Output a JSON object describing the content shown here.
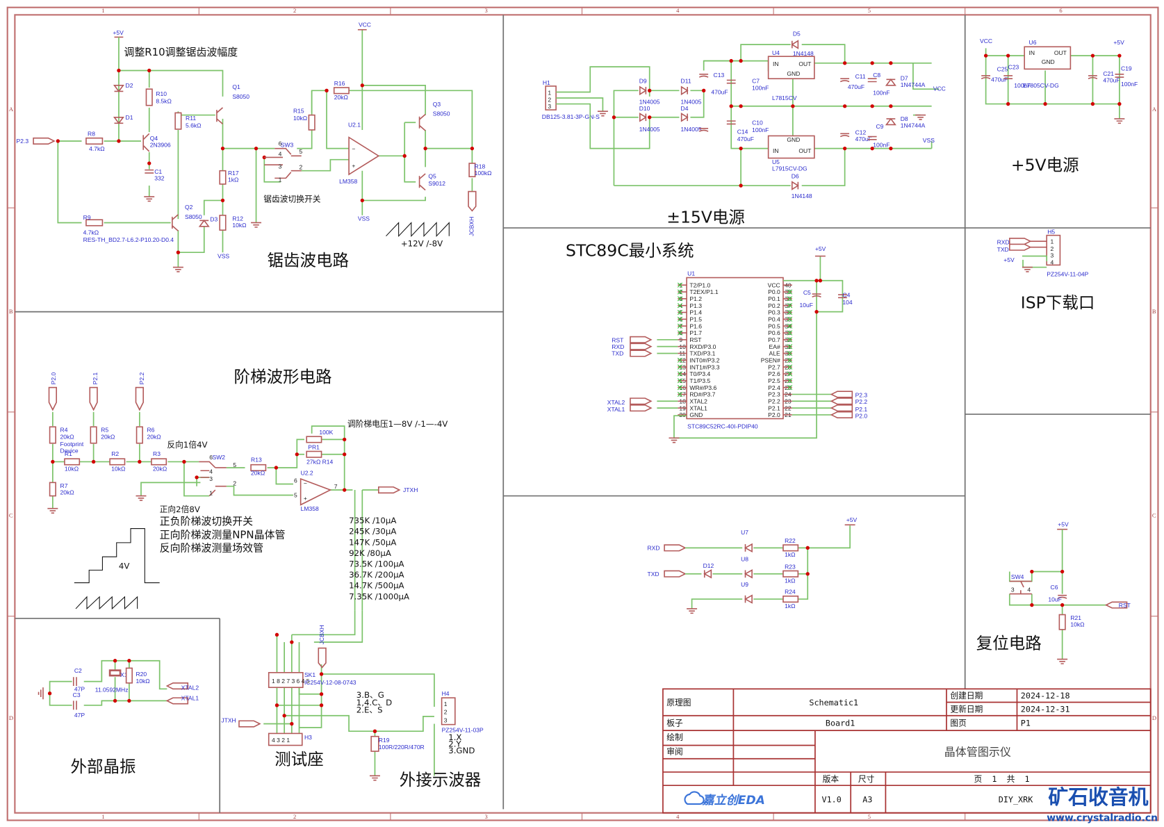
{
  "sheet": {
    "zone_cols": [
      "1",
      "2",
      "3",
      "4",
      "5",
      "6"
    ],
    "zone_rows": [
      "A",
      "B",
      "C",
      "D"
    ]
  },
  "sections": {
    "sawtooth": "锯齿波电路",
    "psu15": "±15V电源",
    "psu5": "+5V电源",
    "mcu": "STC89C最小系统",
    "isp": "ISP下载口",
    "staircase": "阶梯波形电路",
    "crystal": "外部晶振",
    "socket": "测试座",
    "scope": "外接示波器",
    "reset": "复位电路"
  },
  "notes": {
    "r10_adjust": "调整R10调整锯齿波幅度",
    "sawtooth_switch": "锯齿波切换开关",
    "sawtooth_range": "+12V /-8V",
    "invert_1x": "反向1倍4V",
    "stair_adjust": "调阶梯电压1—8V /-1—-4V",
    "forward_2x": "正向2倍8V",
    "stair_lines": [
      "正负阶梯波切换开关",
      "正向阶梯波测量NPN晶体管",
      "反向阶梯波测量场效管"
    ],
    "stair_step": "4V",
    "base_currents": [
      "735K /10µA",
      "245K /30µA",
      "147K /50µA",
      "92K /80µA",
      "73.5K /100µA",
      "36.7K /200µA",
      "14.7K /500µA",
      "7.35K /1000µA"
    ],
    "pin_map": [
      "3.B、G",
      "1,4.C、D",
      "2.E、S"
    ],
    "scope_pins": [
      "1.X",
      "2.Y",
      "3.GND"
    ]
  },
  "labels": {
    "p5v": "+5V",
    "vcc": "VCC",
    "vss": "VSS",
    "p23": "P2.3",
    "r8": "R8",
    "r8v": "4.7kΩ",
    "r9": "R9",
    "r9v": "4.7kΩ",
    "r9fp": "RES-TH_BD2.7-L6.2-P10.20-D0.4",
    "d1": "D1",
    "d2": "D2",
    "d3": "D3",
    "r10": "R10",
    "r10v": "8.5kΩ",
    "r11": "R11",
    "r11v": "5.6kΩ",
    "q1": "Q1",
    "q1v": "S8050",
    "q2": "Q2",
    "q2v": "S8050",
    "q4": "Q4",
    "q4v": "2N3906",
    "c1": "C1",
    "c1v": "332",
    "r17": "R17",
    "r17v": "1kΩ",
    "r12": "R12",
    "r12v": "10kΩ",
    "sw3": "SW3",
    "r15": "R15",
    "r15v": "10kΩ",
    "r16": "R16",
    "r16v": "20kΩ",
    "u21": "U2.1",
    "lm358": "LM358",
    "q3": "Q3",
    "q3v": "S8050",
    "q5": "Q5",
    "q5v": "S9012",
    "r18": "R18",
    "r18v": "100kΩ",
    "jcbxh": "JCBXH",
    "h1": "H1",
    "h1v": "DB125-3.81-3P-GN-S",
    "d9": "D9",
    "d10": "D10",
    "d11": "D11",
    "d4": "D4",
    "n4005": "1N4005",
    "d5": "D5",
    "d6": "D6",
    "n4148": "1N4148",
    "u4": "U4",
    "u4v": "L7815CV",
    "u5": "U5",
    "u5v": "L7915CV-DG",
    "c13": "C13",
    "c14": "C14",
    "c7": "C7",
    "c10": "C10",
    "c11": "C11",
    "c12": "C12",
    "c8": "C8",
    "c9": "C9",
    "v470": "470uF",
    "v100n": "100nF",
    "d7": "D7",
    "d8": "D8",
    "n4744": "1N4744A",
    "in": "IN",
    "out": "OUT",
    "gnd": "GND",
    "u6": "U6",
    "u6v": "E7805CV-DG",
    "c25": "C25",
    "c23": "C23",
    "c21": "C21",
    "c19": "C19",
    "v100ne": "100nF",
    "h5": "H5",
    "h5v": "PZ254V-11-04P",
    "rxd": "RXD",
    "txd": "TXD",
    "rst": "RST",
    "u1": "U1",
    "u1v": "STC89C52RC-40I-PDIP40",
    "c5": "C5",
    "c5v": "10uF",
    "c4": "C4",
    "c4v": "104",
    "xtal1": "XTAL1",
    "xtal2": "XTAL2",
    "p20": "P2.0",
    "p21": "P2.1",
    "p22": "P2.2",
    "r4": "R4",
    "r5": "R5",
    "r6": "R6",
    "r7": "R7",
    "v20k": "20kΩ",
    "v10k": "10kΩ",
    "r1": "R1",
    "r2": "R2",
    "r3": "R3",
    "footprint": "Footprint",
    "device": "Device",
    "sw2": "SW2",
    "r13": "R13",
    "pr1": "PR1",
    "pr1v": "100K",
    "r14": "R14",
    "r14v": "27kΩ",
    "u22": "U2.2",
    "jtxh": "JTXH",
    "c2": "C2",
    "c3": "C3",
    "v47p": "47P",
    "x1": "X1",
    "x1v": "11.0592MHz",
    "r20": "R20",
    "r20v": "10kΩ",
    "sk1": "SK1",
    "sk1v": "IC254V-12-08-0743",
    "h3": "H3",
    "h4": "H4",
    "h4v": "PZ254V-11-03P",
    "r19": "R19",
    "r19v": "100R/220R/470R",
    "u7": "U7",
    "u8": "U8",
    "u9": "U9",
    "d12": "D12",
    "r22": "R22",
    "r23": "R23",
    "r24": "R24",
    "v1k": "1kΩ",
    "sw4": "SW4",
    "c6": "C6",
    "c6v": "10uF",
    "r21": "R21",
    "r21v": "10kΩ"
  },
  "mcu_left_pins": [
    "T2/P1.0",
    "T2EX/P1.1",
    "P1.2",
    "P1.3",
    "P1.4",
    "P1.5",
    "P1.6",
    "P1.7",
    "RST",
    "RXD/P3.0",
    "TXD/P3.1",
    "INT0#/P3.2",
    "INT1#/P3.3",
    "T0/P3.4",
    "T1/P3.5",
    "WR#/P3.6",
    "RD#/P3.7",
    "XTAL2",
    "XTAL1",
    "GND"
  ],
  "mcu_right_pins": [
    "VCC",
    "P0.0",
    "P0.1",
    "P0.2",
    "P0.3",
    "P0.4",
    "P0.5",
    "P0.6",
    "P0.7",
    "EA#",
    "ALE",
    "PSEN#",
    "P2.7",
    "P2.6",
    "P2.5",
    "P2.4",
    "P2.3",
    "P2.2",
    "P2.1",
    "P2.0"
  ],
  "title_block": {
    "type_label": "原理图",
    "schematic": "Schematic1",
    "created_label": "创建日期",
    "created": "2024-12-18",
    "updated_label": "更新日期",
    "updated": "2024-12-31",
    "board_label": "板子",
    "board": "Board1",
    "page_label": "图页",
    "page": "P1",
    "drawn_label": "绘制",
    "review_label": "审阅",
    "title": "晶体管图示仪",
    "version_label": "版本",
    "size_label": "尺寸",
    "page_of": "页  1  共  1",
    "version": "V1.0",
    "size": "A3",
    "author": "DIY_XRK",
    "eda_logo": "嘉立创EDA"
  },
  "watermark": {
    "title": "矿石收音机",
    "url": "www.crystalradio.cn"
  }
}
